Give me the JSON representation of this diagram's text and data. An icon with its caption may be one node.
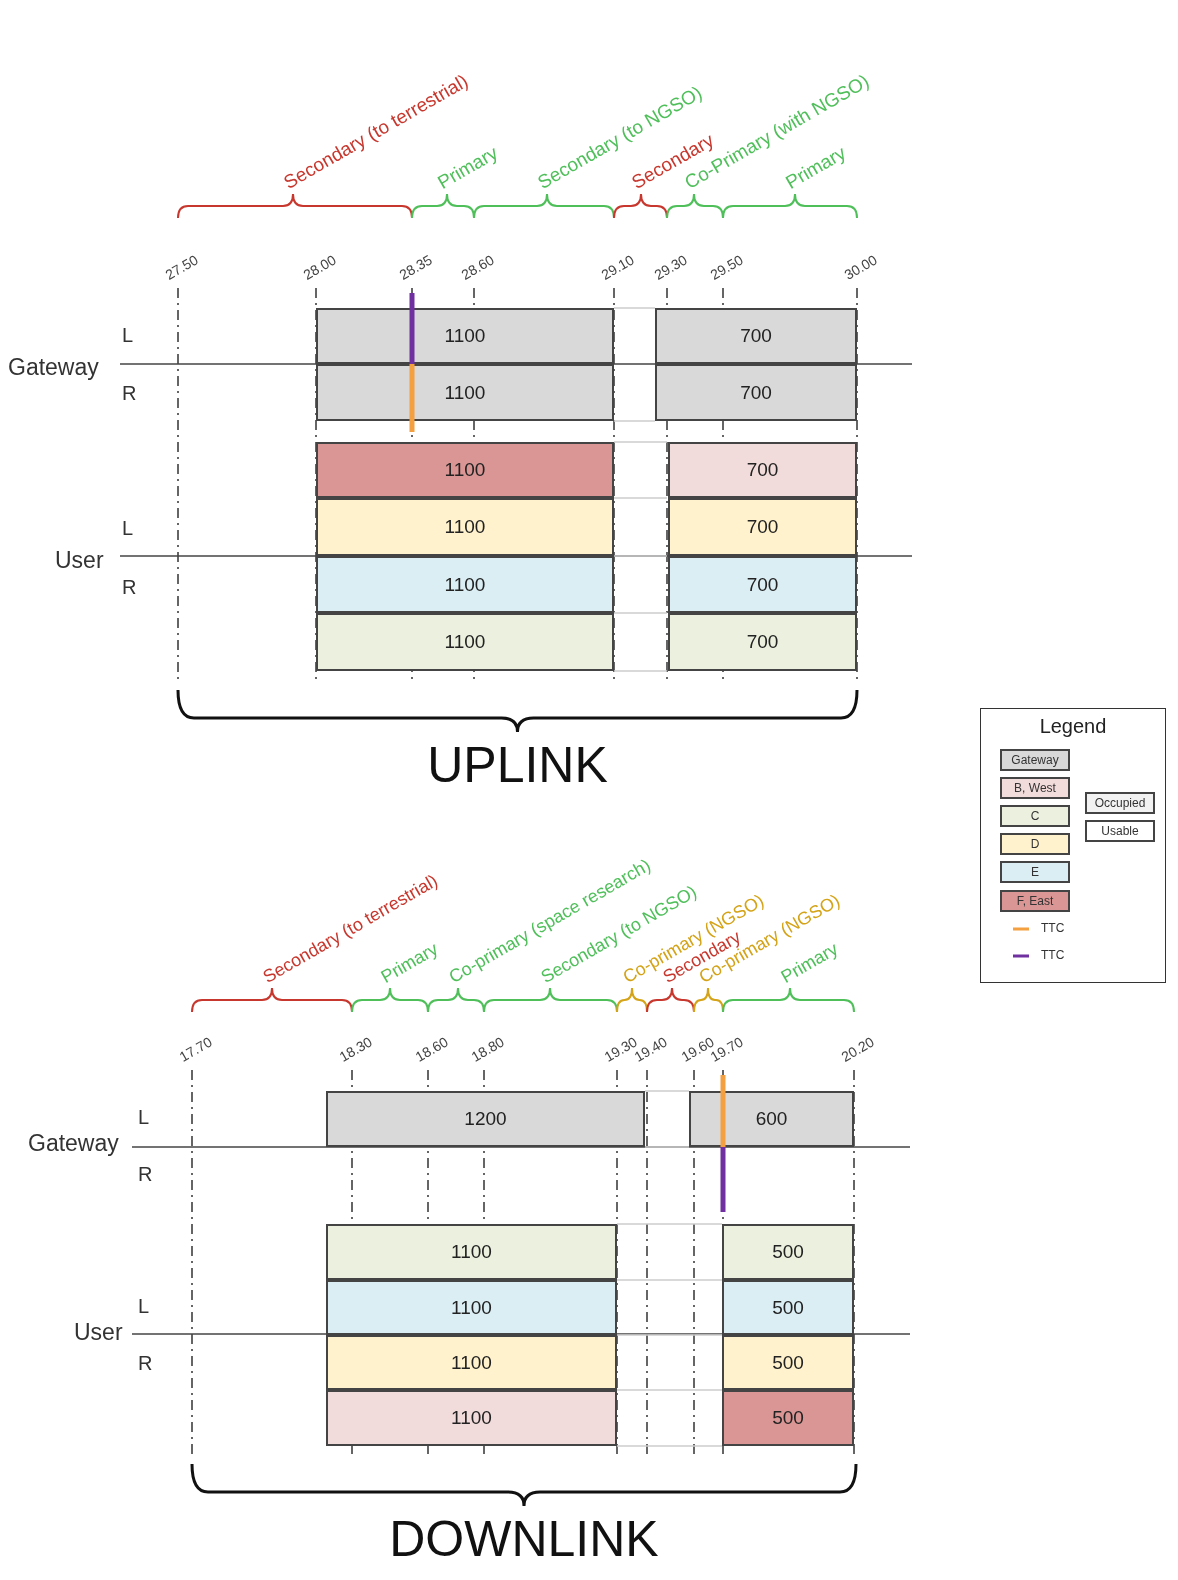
{
  "diagram": {
    "nodes": [
      {
        "text": [
          "1100"
        ]
      },
      {
        "text": [
          "700"
        ]
      },
      {
        "text": [
          "1100"
        ]
      },
      {
        "text": [
          "700"
        ]
      },
      {
        "text": [
          "1100"
        ]
      },
      {
        "text": [
          "700"
        ]
      },
      {
        "text": [
          "1100"
        ]
      },
      {
        "text": [
          "700"
        ]
      },
      {
        "text": [
          "1100"
        ]
      },
      {
        "text": [
          "700"
        ]
      },
      {
        "text": [
          "1100"
        ]
      },
      {
        "text": [
          "700"
        ]
      },
      {
        "text": [
          "1200"
        ]
      },
      {
        "text": [
          "600"
        ]
      },
      {
        "text": [
          "1100"
        ]
      },
      {
        "text": [
          "500"
        ]
      },
      {
        "text": [
          "1100"
        ]
      },
      {
        "text": [
          "500"
        ]
      },
      {
        "text": [
          "1100"
        ]
      },
      {
        "text": [
          "500"
        ]
      },
      {
        "text": [
          "1100"
        ]
      },
      {
        "text": [
          "500"
        ]
      }
    ],
    "labels": [
      "Secondary (to terrestrial)",
      "Primary",
      "Secondary (to NGSO)",
      "Secondary",
      "Co-Primary (with NGSO)",
      "Primary",
      "27.50",
      "28.00",
      "28.35",
      "28.60",
      "29.10",
      "29.30",
      "29.50",
      "30.00",
      "Gateway",
      "L",
      "R",
      "User",
      "L",
      "R",
      "UPLINK",
      "Secondary (to terrestrial)",
      "Primary",
      "Co-primary (space research)",
      "Secondary (to NGSO)",
      "Co-primary (NGSO)",
      "Secondary",
      "Co-primary (NGSO)",
      "Primary",
      "17.70",
      "18.30",
      "18.60",
      "18.80",
      "19.30",
      "19.40",
      "19.60",
      "19.70",
      "20.20",
      "Gateway",
      "L",
      "R",
      "User",
      "L",
      "R",
      "DOWNLINK",
      "Legend"
    ],
    "legend": [
      {
        "text": "Gateway",
        "color": "#d9d9d9"
      },
      {
        "text": "B, West",
        "color": "#f2dcdb"
      },
      {
        "text": "C",
        "color": "#ebf1de"
      },
      {
        "text": "D",
        "color": "#fff2cc"
      },
      {
        "text": "E",
        "color": "#dbeef4"
      },
      {
        "text": "F, East",
        "color": "#d99694"
      },
      {
        "text": "Occupied",
        "color": "#f2f2f2"
      },
      {
        "text": "Usable",
        "color": "#ffffff"
      },
      {
        "text": "TTC",
        "color": "#f4a040"
      },
      {
        "text": "TTC",
        "color": "#7030a0"
      }
    ]
  }
}
